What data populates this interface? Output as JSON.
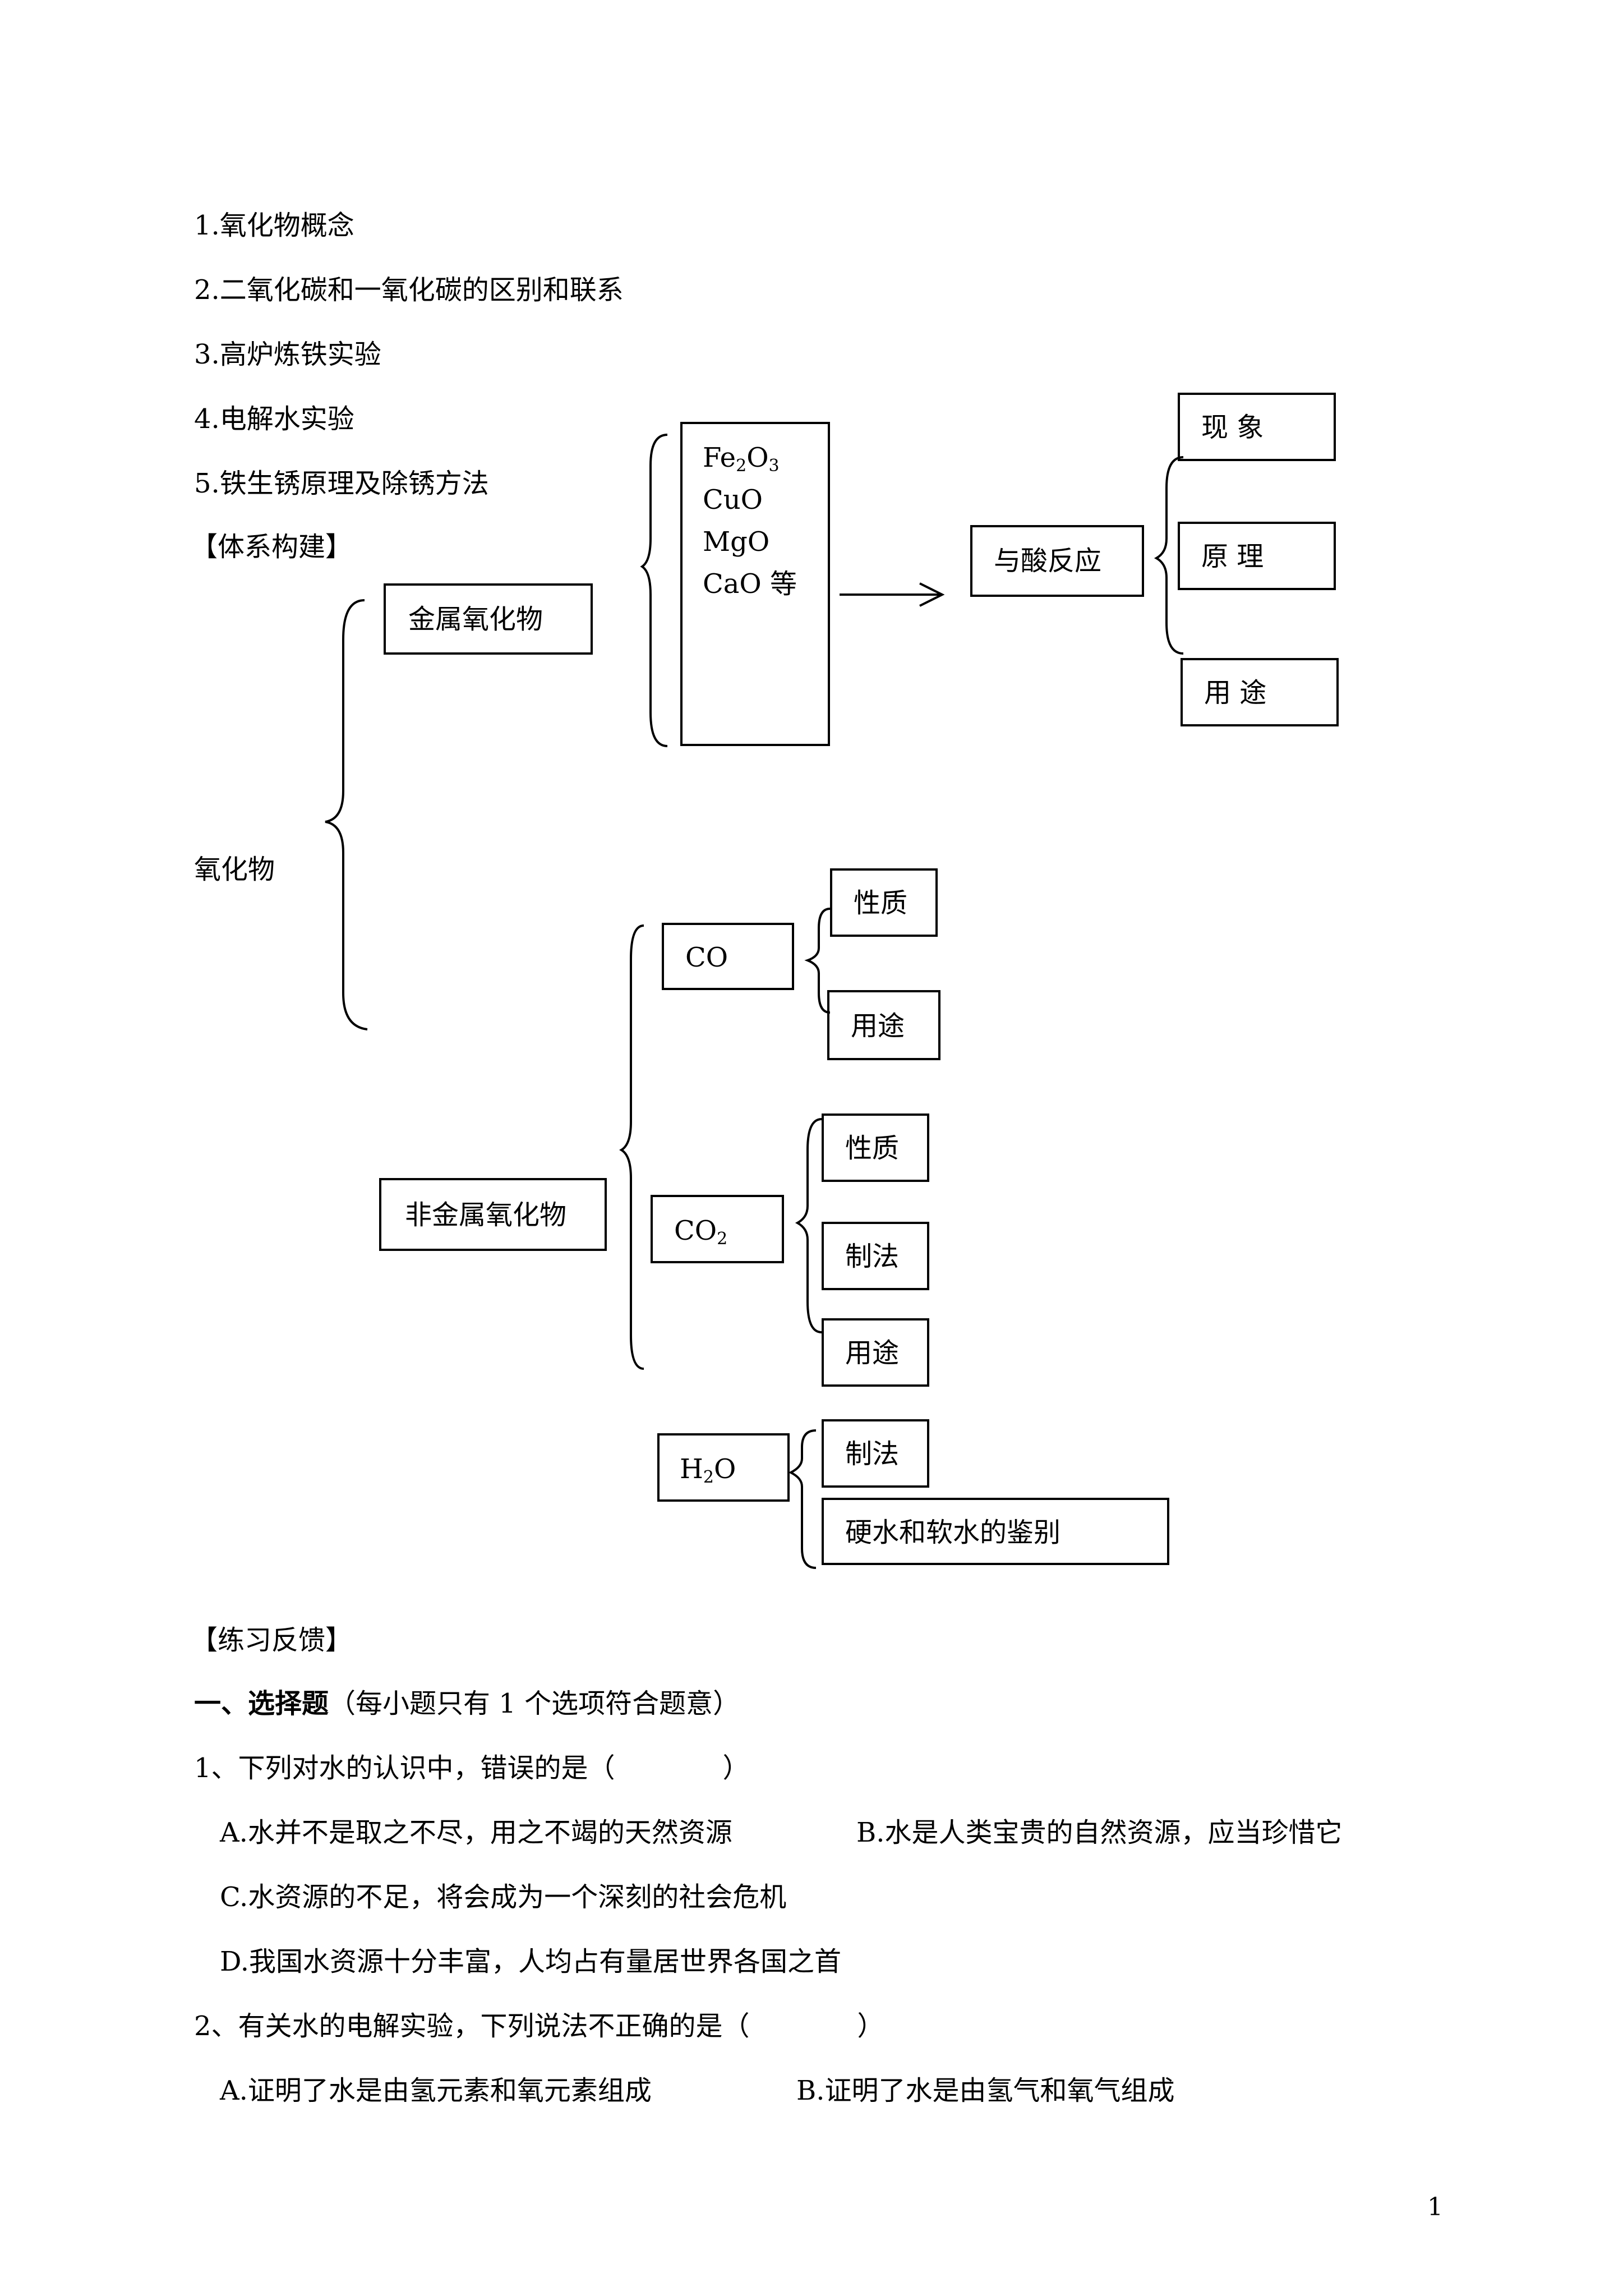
{
  "outline": [
    "1.氧化物概念",
    "2.二氧化碳和一氧化碳的区别和联系",
    "3.高炉炼铁实验",
    "4.电解水实验",
    "5.铁生锈原理及除锈方法"
  ],
  "section_build": "【体系构建】",
  "diagram": {
    "root": "氧化物",
    "metal_oxide": "金属氧化物",
    "metal_examples": {
      "fe2o3_base": "Fe",
      "fe2o3_sub1": "2",
      "fe2o3_mid": "O",
      "fe2o3_sub2": "3",
      "cuo": "CuO",
      "mgo": "MgO",
      "cao": "CaO 等"
    },
    "acid_reaction": "与酸反应",
    "acid_branches": [
      "现 象",
      "原 理",
      "用 途"
    ],
    "nonmetal_oxide": "非金属氧化物",
    "co": {
      "label": "CO",
      "branches": [
        "性质",
        "用途"
      ]
    },
    "co2": {
      "base": "CO",
      "sub": "2",
      "branches": [
        "性质",
        "制法",
        "用途"
      ]
    },
    "h2o": {
      "h": "H",
      "sub": "2",
      "o": "O",
      "branches": [
        "制法",
        "硬水和软水的鉴别"
      ]
    }
  },
  "section_practice": "【练习反馈】",
  "part1": {
    "title": "一、选择题",
    "note": "（每小题只有 1 个选项符合题意）"
  },
  "questions": [
    {
      "stem": "1、下列对水的认识中，错误的是（　　　　）",
      "options": [
        "A.水并不是取之不尽，用之不竭的天然资源",
        "B.水是人类宝贵的自然资源，应当珍惜它",
        "C.水资源的不足，将会成为一个深刻的社会危机",
        "D.我国水资源十分丰富，人均占有量居世界各国之首"
      ]
    },
    {
      "stem": "2、有关水的电解实验，下列说法不正确的是（　　　　）",
      "options": [
        "A.证明了水是由氢元素和氧元素组成",
        "B.证明了水是由氢气和氧气组成"
      ]
    }
  ],
  "page_number": "1"
}
